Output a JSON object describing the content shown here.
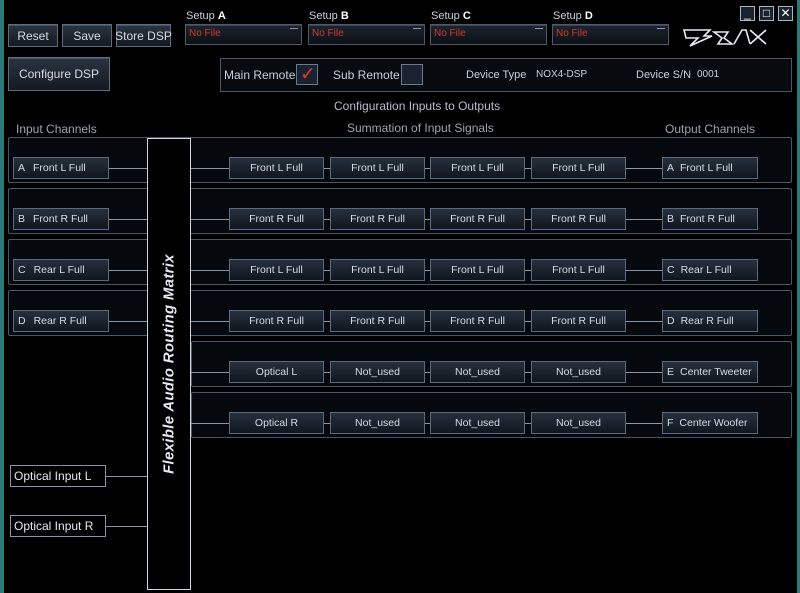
{
  "toolbar": {
    "reset_label": "Reset",
    "save_label": "Save",
    "store_label": "Store DSP",
    "configure_label": "Configure DSP"
  },
  "setups": [
    {
      "label": "Setup ",
      "letter": "A",
      "value": "No File"
    },
    {
      "label": "Setup ",
      "letter": "B",
      "value": "No File"
    },
    {
      "label": "Setup ",
      "letter": "C",
      "value": "No File"
    },
    {
      "label": "Setup ",
      "letter": "D",
      "value": "No File"
    }
  ],
  "window": {
    "minimize": "_",
    "maximize": "□",
    "close": "✕"
  },
  "status": {
    "main_remote_label": "Main Remote",
    "main_remote_checked": true,
    "main_remote_mark": "✓",
    "sub_remote_label": "Sub Remote",
    "sub_remote_checked": false,
    "device_type_label": "Device Type",
    "device_type_value": "NOX4-DSP",
    "device_sn_label": "Device S/N",
    "device_sn_value": "0001"
  },
  "headers": {
    "config_title": "Configuration Inputs to Outputs",
    "input_channels": "Input Channels",
    "summation": "Summation of Input Signals",
    "output_channels": "Output Channels"
  },
  "matrix_label": "Flexible Audio Routing Matrix",
  "rows": [
    {
      "input_ch": "A",
      "input_name": "Front L Full",
      "sums": [
        "Front L Full",
        "Front L Full",
        "Front L Full",
        "Front L Full"
      ],
      "output_ch": "A",
      "output_name": "Front L Full"
    },
    {
      "input_ch": "B",
      "input_name": "Front R Full",
      "sums": [
        "Front R Full",
        "Front R Full",
        "Front R Full",
        "Front R Full"
      ],
      "output_ch": "B",
      "output_name": "Front R Full"
    },
    {
      "input_ch": "C",
      "input_name": "Rear L Full",
      "sums": [
        "Front L Full",
        "Front L Full",
        "Front L Full",
        "Front L Full"
      ],
      "output_ch": "C",
      "output_name": "Rear L Full"
    },
    {
      "input_ch": "D",
      "input_name": "Rear R Full",
      "sums": [
        "Front R Full",
        "Front R Full",
        "Front R Full",
        "Front R Full"
      ],
      "output_ch": "D",
      "output_name": "Rear R Full"
    },
    {
      "input_ch": "",
      "input_name": "",
      "sums": [
        "Optical L",
        "Not_used",
        "Not_used",
        "Not_used"
      ],
      "output_ch": "E",
      "output_name": "Center Tweeter"
    },
    {
      "input_ch": "",
      "input_name": "",
      "sums": [
        "Optical R",
        "Not_used",
        "Not_used",
        "Not_used"
      ],
      "output_ch": "F",
      "output_name": "Center Woofer"
    }
  ],
  "optical_inputs": [
    "Optical Input L",
    "Optical Input R"
  ],
  "colors": {
    "background": "#000000",
    "accent_red": "#d23a2a",
    "border": "#5a6a80"
  }
}
